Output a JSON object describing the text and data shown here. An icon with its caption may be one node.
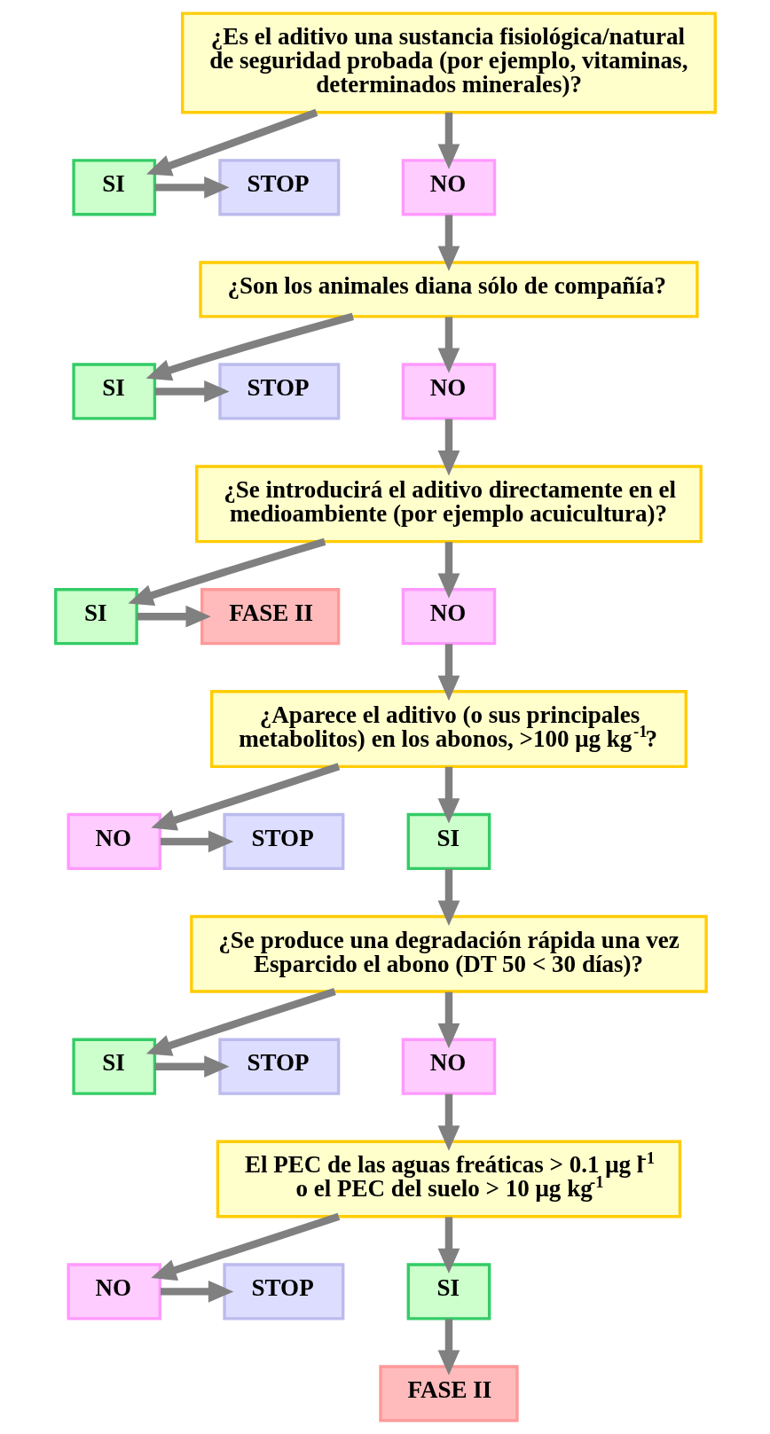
{
  "diagram": {
    "nodes": [
      {
        "text": [
          "¿Es el aditivo una sustancia fisiológica/natural de seguridad probada (por ejemplo, vitaminas, determinados minerales)?"
        ]
      },
      {
        "text": [
          "SI"
        ]
      },
      {
        "text": [
          "STOP"
        ]
      },
      {
        "text": [
          "NO"
        ]
      },
      {
        "text": [
          "¿Son los animales diana sólo de compañía?"
        ]
      },
      {
        "text": [
          "SI"
        ]
      },
      {
        "text": [
          "STOP"
        ]
      },
      {
        "text": [
          "NO"
        ]
      },
      {
        "text": [
          "¿Se introducirá el aditivo directamente en el medioambiente (por ejemplo acuicultura)?"
        ]
      },
      {
        "text": [
          "SI"
        ]
      },
      {
        "text": [
          "FASE II"
        ]
      },
      {
        "text": [
          "NO"
        ]
      },
      {
        "text": [
          "¿Aparece el aditivo (o sus principales metabolitos) en los abonos, >100 μg kg$^{-1}$?"
        ]
      },
      {
        "text": [
          "NO"
        ]
      },
      {
        "text": [
          "STOP"
        ]
      },
      {
        "text": [
          "SI"
        ]
      },
      {
        "text": [
          "¿Se produce una degradación rápida una vez Esparcido el abono (DT 50 < 30 días)?"
        ]
      },
      {
        "text": [
          "SI"
        ]
      },
      {
        "text": [
          "STOP"
        ]
      },
      {
        "text": [
          "NO"
        ]
      },
      {
        "text": [
          "El PEC de las aguas freáticas > 0.1 μg l$^{-1}$ o el PEC del suelo > 10 μg kg$^{-1}$"
        ]
      },
      {
        "text": [
          "NO"
        ]
      },
      {
        "text": [
          "STOP"
        ]
      },
      {
        "text": [
          "SI"
        ]
      },
      {
        "text": [
          "FASE II"
        ]
      }
    ],
    "edges": [
      {
        "from": 0,
        "to": 1,
        "arrow": "to"
      },
      {
        "from": 1,
        "to": 2,
        "arrow": "to"
      },
      {
        "from": 0,
        "to": 3,
        "arrow": "to"
      },
      {
        "from": 3,
        "to": 4,
        "arrow": "to"
      },
      {
        "from": 4,
        "to": 5,
        "arrow": "to"
      },
      {
        "from": 5,
        "to": 6,
        "arrow": "to"
      },
      {
        "from": 4,
        "to": 7,
        "arrow": "to"
      },
      {
        "from": 7,
        "to": 8,
        "arrow": "to"
      },
      {
        "from": 8,
        "to": 9,
        "arrow": "to"
      },
      {
        "from": 9,
        "to": 10,
        "arrow": "to"
      },
      {
        "from": 8,
        "to": 11,
        "arrow": "to"
      },
      {
        "from": 11,
        "to": 12,
        "arrow": "to"
      },
      {
        "from": 12,
        "to": 13,
        "arrow": "to"
      },
      {
        "from": 13,
        "to": 14,
        "arrow": "to"
      },
      {
        "from": 12,
        "to": 15,
        "arrow": "to"
      },
      {
        "from": 15,
        "to": 16,
        "arrow": "to"
      },
      {
        "from": 16,
        "to": 17,
        "arrow": "to"
      },
      {
        "from": 17,
        "to": 18,
        "arrow": "to"
      },
      {
        "from": 16,
        "to": 19,
        "arrow": "to"
      },
      {
        "from": 19,
        "to": 20,
        "arrow": "to"
      },
      {
        "from": 20,
        "to": 21,
        "arrow": "to"
      },
      {
        "from": 21,
        "to": 22,
        "arrow": "to"
      },
      {
        "from": 20,
        "to": 23,
        "arrow": "to"
      },
      {
        "from": 23,
        "to": 24,
        "arrow": "to"
      }
    ]
  }
}
